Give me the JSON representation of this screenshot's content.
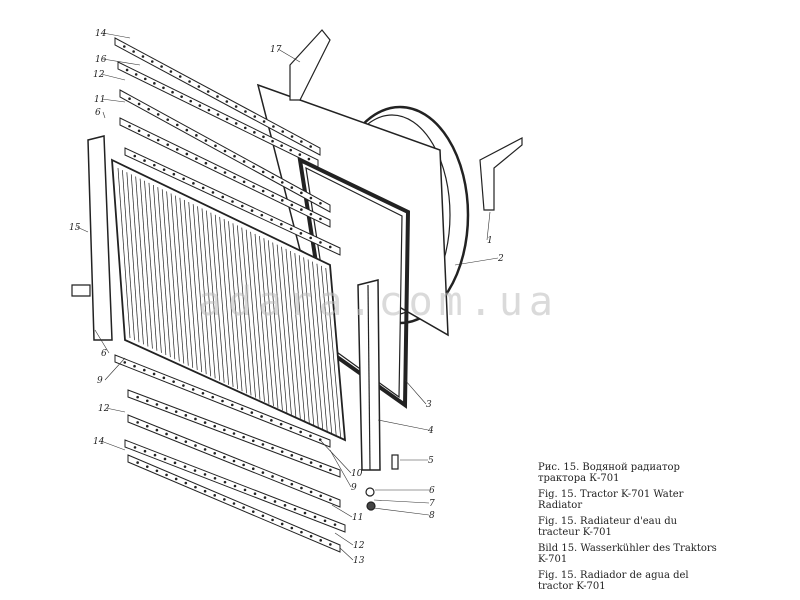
{
  "watermark": "adara.com.ua",
  "callouts": [
    "14",
    "17",
    "16",
    "12",
    "11",
    "6",
    "15",
    "1",
    "2",
    "6",
    "9",
    "3",
    "4",
    "5",
    "12",
    "14",
    "10",
    "9",
    "11",
    "6",
    "7",
    "8",
    "12",
    "13"
  ],
  "caption": [
    "Рис. 15. Водяной радиатор трактора К-701",
    "Fig. 15. Tractor K-701 Water Radiator",
    "Fig. 15. Radiateur d'eau du tracteur K-701",
    "Bild 15. Wasserkühler des Traktors K-701",
    "Fig. 15. Radiador de agua del tractor K-701"
  ],
  "colors": {
    "ink": "#222222",
    "paper": "#ffffff"
  }
}
